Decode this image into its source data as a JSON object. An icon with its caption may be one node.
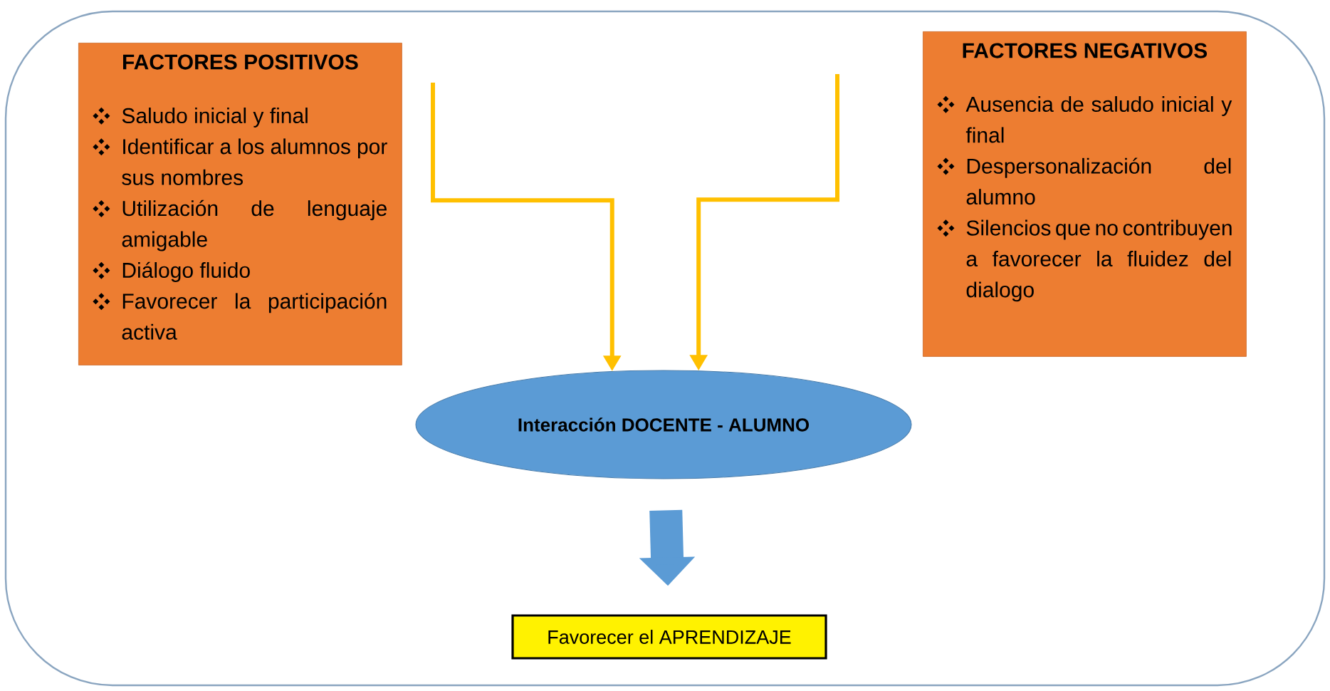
{
  "diagram": {
    "nodes": [
      {
        "text": [
          "FACTORES POSITIVOS",
          "Saludo inicial y final",
          "Identificar a los alumnos por sus nombres",
          "Utilización de lenguaje amigable",
          "Diálogo fluido",
          "Favorecer la participación activa"
        ]
      },
      {
        "text": [
          "FACTORES NEGATIVOS",
          "Ausencia de saludo inicial y final",
          "Despersonalización del alumno",
          "Silencios que no contribuyen a favorecer la fluidez del dialogo"
        ]
      },
      {
        "text": [
          "Interacción DOCENTE - ALUMNO"
        ]
      },
      {
        "text": [
          "Favorecer el APRENDIZAJE"
        ]
      }
    ],
    "edges": [
      {
        "from": null,
        "to": 2,
        "arrow": "to"
      },
      {
        "from": null,
        "to": 2,
        "arrow": "to"
      },
      {
        "from": 2,
        "to": 3,
        "arrow": "to",
        "style": "thick",
        "color": "#5b9bd5"
      }
    ]
  }
}
